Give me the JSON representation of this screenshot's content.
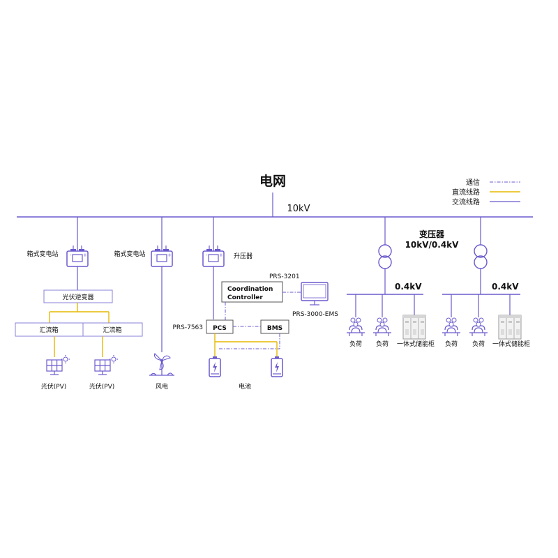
{
  "title": "电网",
  "grid_voltage": "10kV",
  "legend": {
    "comm": "通信",
    "dc": "直流线路",
    "ac": "交流线路"
  },
  "left": {
    "box_substation_1": "箱式变电站",
    "box_substation_2": "箱式变电站",
    "booster": "升压器",
    "pv_inverter": "光伏逆变器",
    "combiner_1": "汇流箱",
    "combiner_2": "汇流箱",
    "pv_1": "光伏(PV)",
    "pv_2": "光伏(PV)",
    "wind": "风电"
  },
  "storage": {
    "coordination_controller_line1": "Coordination",
    "coordination_controller_line2": "Controller",
    "prs3201": "PRS-3201",
    "ems": "PRS-3000-EMS",
    "prs7563": "PRS-7563",
    "pcs": "PCS",
    "bms": "BMS",
    "battery": "电池"
  },
  "right": {
    "transformer_line1": "变压器",
    "transformer_line2": "10kV/0.4kV",
    "feeder_1": {
      "voltage": "0.4kV",
      "load_1": "负荷",
      "load_2": "负荷",
      "cabinet": "一体式储能柜"
    },
    "feeder_2": {
      "voltage": "0.4kV",
      "load_1": "负荷",
      "load_2": "负荷",
      "cabinet": "一体式储能柜"
    }
  },
  "colors": {
    "ac_line": "#6a5acd",
    "dc_line": "#e6b800",
    "comm_line": "#6a5acd"
  }
}
